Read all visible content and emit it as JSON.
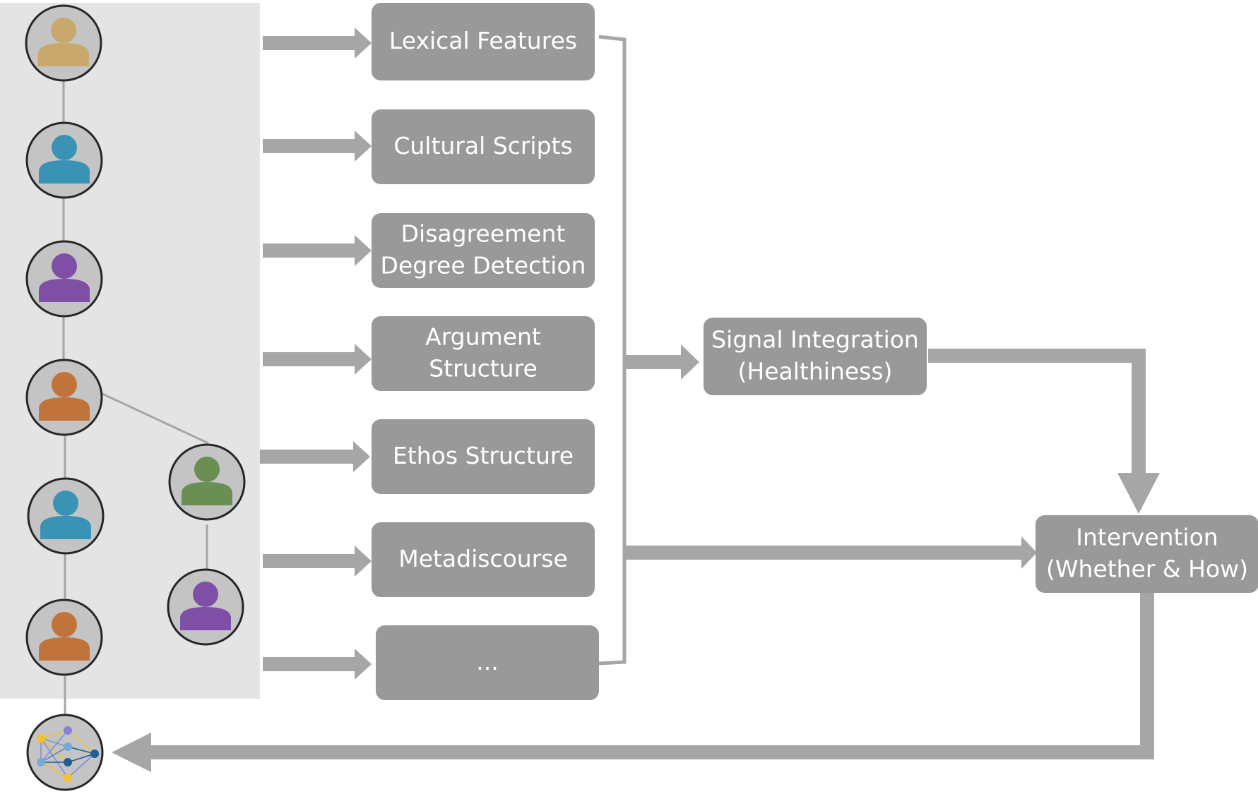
{
  "features": [
    {
      "id": "lexical",
      "lines": [
        "Lexical Features"
      ]
    },
    {
      "id": "cultural",
      "lines": [
        "Cultural Scripts"
      ]
    },
    {
      "id": "disagreement",
      "lines": [
        "Disagreement",
        "Degree Detection"
      ]
    },
    {
      "id": "argument",
      "lines": [
        "Argument",
        "Structure"
      ]
    },
    {
      "id": "ethos",
      "lines": [
        "Ethos Structure"
      ]
    },
    {
      "id": "metadiscourse",
      "lines": [
        "Metadiscourse"
      ]
    },
    {
      "id": "more",
      "lines": [
        "..."
      ]
    }
  ],
  "signal_integration": {
    "lines": [
      "Signal Integration",
      "(Healthiness)"
    ]
  },
  "intervention": {
    "lines": [
      "Intervention",
      "(Whether & How)"
    ]
  },
  "participants": [
    {
      "name": "participant-1",
      "color": "#c9a86b"
    },
    {
      "name": "participant-2",
      "color": "#3a93b5"
    },
    {
      "name": "participant-3",
      "color": "#7f4fa6"
    },
    {
      "name": "participant-4",
      "color": "#c0743c"
    },
    {
      "name": "participant-5",
      "color": "#3a93b5"
    },
    {
      "name": "participant-6",
      "color": "#c0743c"
    },
    {
      "name": "participant-7",
      "color": "#6a8e53"
    },
    {
      "name": "participant-8",
      "color": "#7f4fa6"
    }
  ],
  "colors": {
    "box": "#999999",
    "arrow": "#a6a6a6",
    "panel": "#e4e4e4",
    "box_text": "#ffffff"
  },
  "icons": {
    "ai_agent": "neural-network-icon",
    "participant": "person-icon"
  }
}
